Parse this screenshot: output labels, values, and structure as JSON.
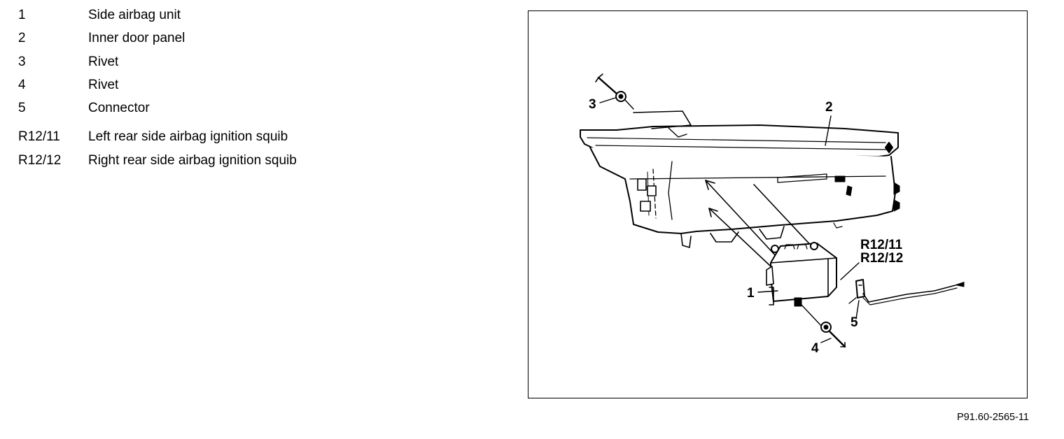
{
  "legend": {
    "items": [
      {
        "key": "1",
        "description": "Side airbag unit"
      },
      {
        "key": "2",
        "description": "Inner door panel"
      },
      {
        "key": "3",
        "description": "Rivet"
      },
      {
        "key": "4",
        "description": "Rivet"
      },
      {
        "key": "5",
        "description": "Connector"
      },
      {
        "key": "R12/11",
        "description": "Left rear side airbag ignition squib"
      },
      {
        "key": "R12/12",
        "description": "Right rear side airbag ignition squib"
      }
    ]
  },
  "figure": {
    "callouts": {
      "c1": "1",
      "c2": "2",
      "c3": "3",
      "c4": "4",
      "c5": "5",
      "r11": "R12/11",
      "r12": "R12/12"
    },
    "reference": "P91.60-2565-11"
  }
}
